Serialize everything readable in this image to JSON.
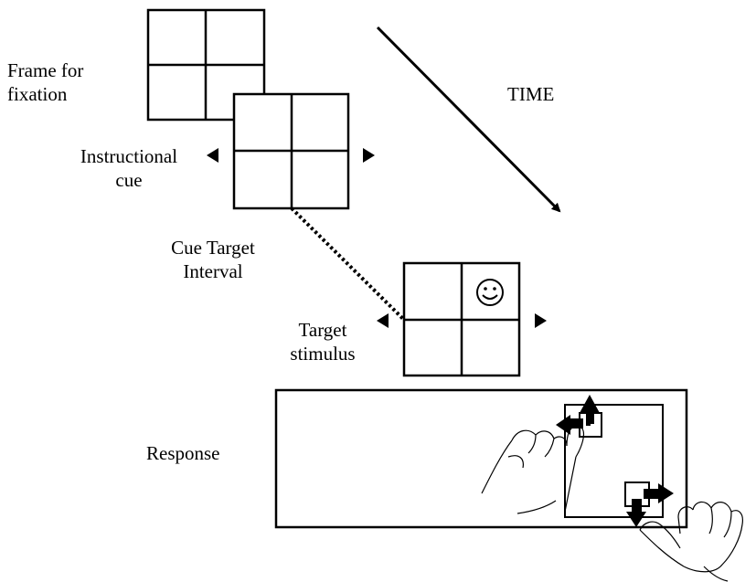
{
  "labels": {
    "frame_for_fixation": [
      "Frame for",
      "fixation"
    ],
    "instructional_cue": [
      "Instructional",
      "cue"
    ],
    "cue_target_interval": [
      "Cue Target",
      "Interval"
    ],
    "target_stimulus": [
      "Target",
      "stimulus"
    ],
    "response": "Response",
    "time": "TIME"
  },
  "stimuli": {
    "target_face": "☺"
  },
  "icons": {
    "left_arrow": "left-arrow-icon",
    "right_arrow": "right-arrow-icon",
    "smiley": "smiley-face-icon",
    "hand": "hand-icon"
  },
  "colors": {
    "ink": "#000000",
    "background": "#ffffff"
  }
}
